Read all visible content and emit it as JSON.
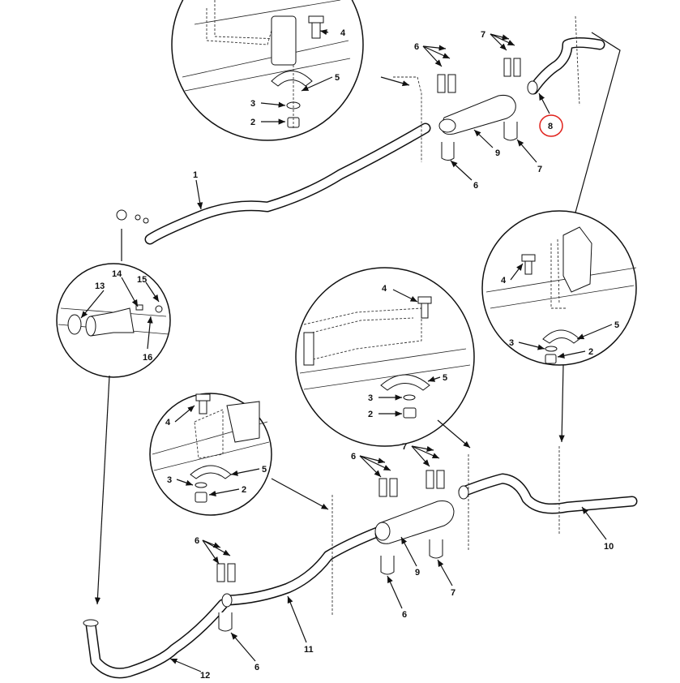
{
  "title": "Exhaust system exploded view",
  "highlight_color": "#e0201a",
  "callouts": {
    "top_circle": [
      "4",
      "5",
      "3",
      "2"
    ],
    "top_assembly": [
      "6",
      "7",
      "8",
      "9",
      "7",
      "6",
      "1"
    ],
    "left_circle": [
      "13",
      "14",
      "15",
      "16"
    ],
    "right_circle": [
      "4",
      "5",
      "3",
      "2"
    ],
    "middle_circle": [
      "4",
      "5",
      "3",
      "2"
    ],
    "lower_left_circle": [
      "4",
      "5",
      "3",
      "2"
    ],
    "bottom_assembly": [
      "6",
      "7",
      "9",
      "6",
      "7",
      "10",
      "6",
      "11",
      "6",
      "12"
    ]
  },
  "highlighted_callout": "8"
}
